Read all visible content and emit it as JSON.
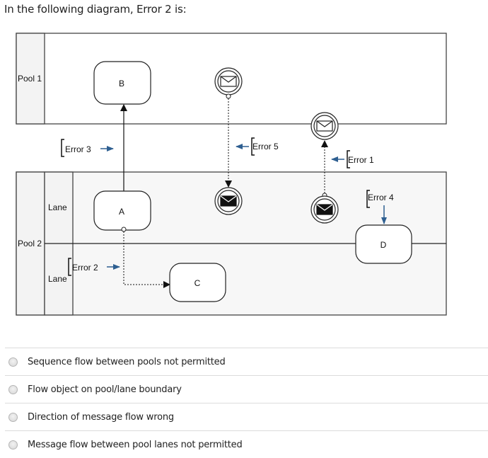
{
  "question": "In the following diagram, Error 2 is:",
  "diagram": {
    "pools": [
      {
        "label": "Pool 1"
      },
      {
        "label": "Pool 2",
        "lanes": [
          {
            "label": "Lane"
          },
          {
            "label": "Lane"
          }
        ]
      }
    ],
    "tasks": [
      {
        "id": "B",
        "label": "B"
      },
      {
        "id": "A",
        "label": "A"
      },
      {
        "id": "C",
        "label": "C"
      },
      {
        "id": "D",
        "label": "D"
      }
    ],
    "events": [
      {
        "name": "pool1-message-event-1",
        "type": "intermediate-catch-message"
      },
      {
        "name": "pool1-message-event-2",
        "type": "intermediate-catch-message"
      },
      {
        "name": "pool2-message-event-1",
        "type": "intermediate-throw-message"
      },
      {
        "name": "pool2-message-event-2",
        "type": "intermediate-throw-message"
      }
    ],
    "errors": [
      {
        "label": "Error 1"
      },
      {
        "label": "Error 2"
      },
      {
        "label": "Error 3"
      },
      {
        "label": "Error 4"
      },
      {
        "label": "Error 5"
      }
    ],
    "colors": {
      "error_arrow": "#2e5f91",
      "pool_header_bg": "#f3f3f3",
      "pool2_bg": "#f7f7f7",
      "line": "#222222"
    }
  },
  "answers": [
    {
      "label": "Sequence flow between pools not permitted",
      "selected": false
    },
    {
      "label": "Flow object on pool/lane boundary",
      "selected": false
    },
    {
      "label": "Direction of message flow wrong",
      "selected": false
    },
    {
      "label": "Message flow between pool lanes not permitted",
      "selected": false
    }
  ]
}
